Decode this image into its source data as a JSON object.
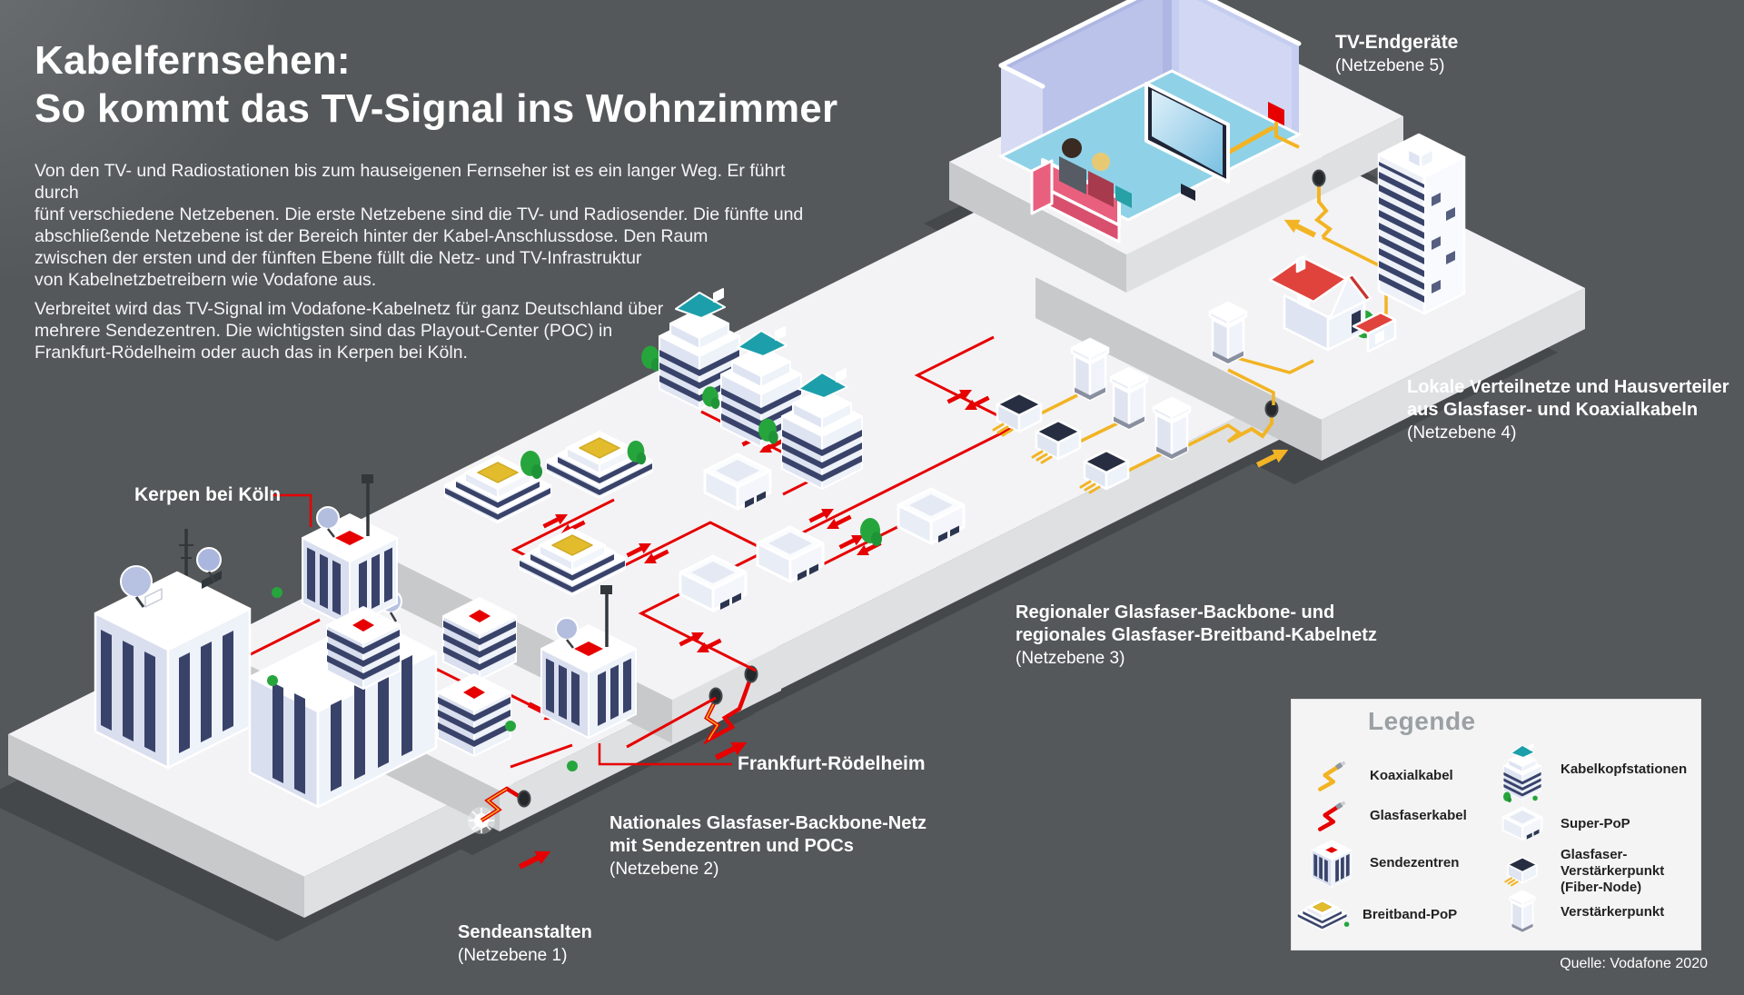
{
  "header": {
    "title_line1": "Kabelfernsehen:",
    "title_line2": "So kommt das TV-Signal ins Wohnzimmer",
    "intro_paragraph": "Von den TV- und Radiostationen bis zum hauseigenen Fernseher ist es ein langer Weg. Er führt durch\nfünf verschiedene Netzebenen. Die erste Netzebene sind die TV- und Radiosender. Die fünfte und\nabschließende Netzebene ist der Bereich hinter der Kabel-Anschlussdose. Den Raum\nzwischen der ersten und der fünften Ebene füllt die Netz- und TV-Infrastruktur\nvon Kabelnetzbetreibern wie Vodafone aus.",
    "distribution_paragraph": "Verbreitet wird das TV-Signal im Vodafone-Kabelnetz für ganz Deutschland über\nmehrere Sendezentren. Die wichtigsten sind das Playout-Center (POC) in\nFrankfurt-Rödelheim oder auch das in Kerpen bei Köln."
  },
  "network_levels": {
    "level1": {
      "line1": "Sendeanstalten",
      "line2": "(Netzebene 1)"
    },
    "level2": {
      "line1": "Nationales Glasfaser-Backbone-Netz",
      "line2": "mit Sendezentren und POCs",
      "line3": "(Netzebene 2)"
    },
    "level3": {
      "line1": "Regionaler Glasfaser-Backbone- und",
      "line2": "regionales Glasfaser-Breitband-Kabelnetz",
      "line3": "(Netzebene 3)"
    },
    "level4": {
      "line1": "Lokale Verteilnetze und Hausverteiler",
      "line2": "aus Glasfaser- und Koaxialkabeln",
      "line3": "(Netzebene 4)"
    },
    "level5": {
      "line1": "TV-Endgeräte",
      "line2": "(Netzebene 5)"
    }
  },
  "locations": {
    "kerpen": "Kerpen bei Köln",
    "frankfurt": "Frankfurt-Rödelheim"
  },
  "legend": {
    "title": "Legende",
    "items": [
      {
        "label": "Koaxialkabel",
        "icon": "koaxialkabel-icon"
      },
      {
        "label": "Glasfaserkabel",
        "icon": "glasfaserkabel-icon"
      },
      {
        "label": "Sendezentren",
        "icon": "sendezentren-icon"
      },
      {
        "label": "Breitband-PoP",
        "icon": "breitband-pop-icon"
      },
      {
        "label": "Kabelkopfstationen",
        "icon": "kabelkopfstationen-icon"
      },
      {
        "label": "Super-PoP",
        "icon": "super-pop-icon"
      },
      {
        "label": "Glasfaser-Verstärkerpunkt",
        "label2": "(Fiber-Node)",
        "icon": "fiber-node-icon"
      },
      {
        "label": "Verstärkerpunkt",
        "icon": "verstaerkerpunkt-icon"
      }
    ]
  },
  "source": "Quelle: Vodafone 2020",
  "colors": {
    "background": "#54585a",
    "accent_red": "#e60000",
    "cable_yellow": "#f2b424",
    "headend_teal": "#1c9faa",
    "tree_green": "#26a53d",
    "platform": "#f3f3f5",
    "legend_background": "#f4f4f4"
  }
}
